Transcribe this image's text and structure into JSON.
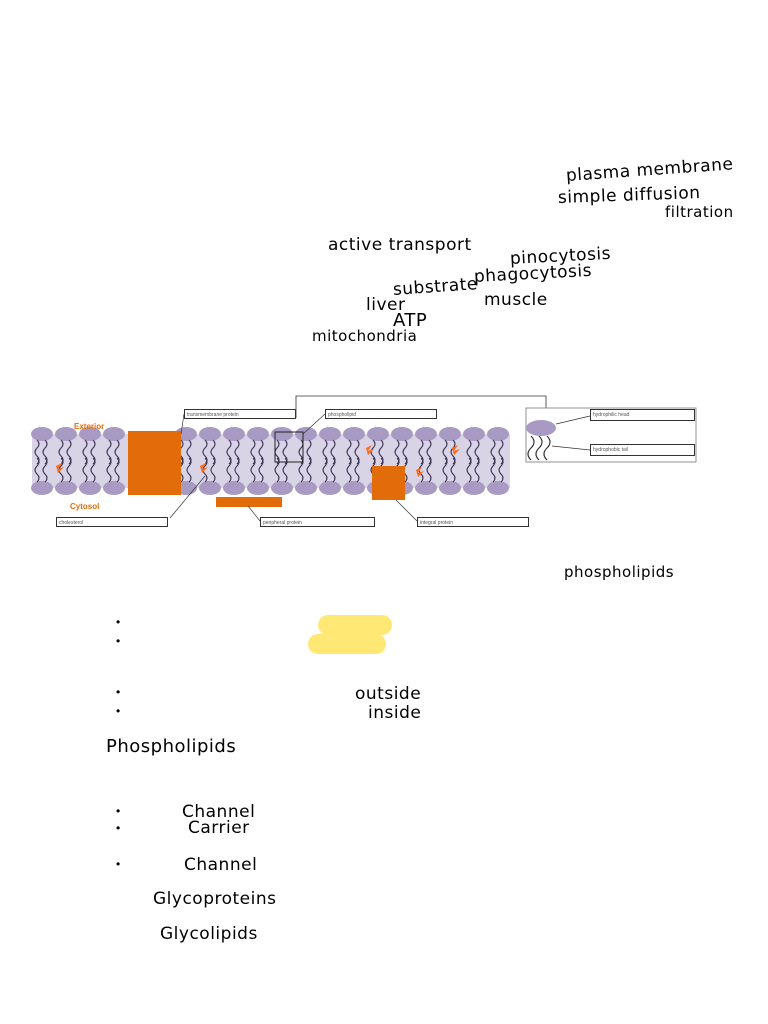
{
  "notes": {
    "plasma_membrane": "plasma membrane",
    "simple_diffusion": "simple diffusion",
    "filtration": "filtration",
    "active_transport": "active transport",
    "pinocytosis": "pinocytosis",
    "phagocytosis": "phagocytosis",
    "substrate": "substrate",
    "liver": "liver",
    "muscle": "muscle",
    "atp": "ATP",
    "mitochondria": "mitochondria",
    "phospholipids_right": "phospholipids",
    "outside": "outside",
    "inside": "inside",
    "phospholipids_left": "Phospholipids",
    "channel_1": "Channel",
    "carrier": "Carrier",
    "channel_2": "Channel",
    "glycoproteins": "Glycoproteins",
    "glycolipids": "Glycolipids"
  },
  "diagram": {
    "exterior_label": "Exterior",
    "cytosol_label": "Cytosol",
    "box_transmembrane": "transmembrane protein",
    "box_phospholipid": "phospholipid",
    "box_cholesterol": "cholesterol",
    "box_peripheral": "peripheral protein",
    "box_integral": "integral protein",
    "box_hydrophilic": "hydrophilic head",
    "box_hydrophobic": "hydrophobic tail",
    "colors": {
      "head": "#a99ac4",
      "protein": "#e36c0a",
      "cholesterol": "#ff6a13",
      "bilayer_bg": "#d9d3e6",
      "highlight": "#ffe873"
    }
  },
  "bullets": {
    "b1": "•",
    "b2": "•",
    "b3": "•",
    "b4": "•",
    "b5": "•",
    "b6": "•",
    "b7": "•"
  }
}
